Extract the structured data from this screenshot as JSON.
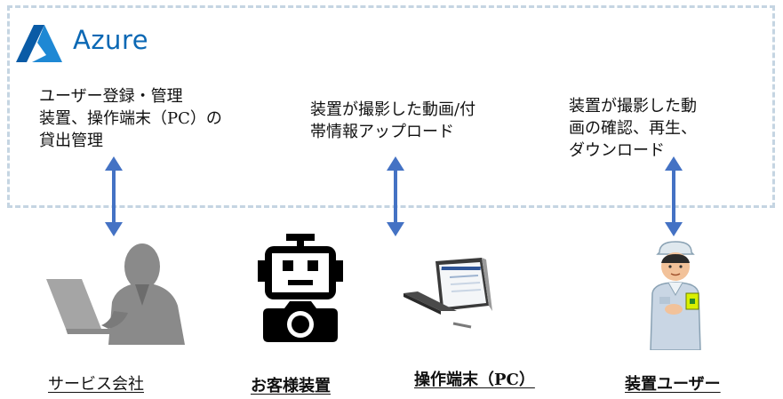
{
  "azure": {
    "brand": "Azure",
    "brand_color": "#0b68b4",
    "box_border_color": "#c5d5e2",
    "logo_icon": "azure-logo-icon"
  },
  "descriptions": [
    {
      "text": "ユーザー登録・管理\n装置、操作端末（PC）の\n貸出管理"
    },
    {
      "text": "装置が撮影した動画/付\n帯情報アップロード"
    },
    {
      "text": "装置が撮影した動\n画の確認、再生、\nダウンロード"
    }
  ],
  "arrow_color": "#4472c4",
  "actors": [
    {
      "label": "サービス会社",
      "icon": "businessman-laptop-icon"
    },
    {
      "label": "お客様装置",
      "icon": "robot-camera-icon"
    },
    {
      "label": "操作端末（PC）",
      "icon": "tablet-pc-icon"
    },
    {
      "label": "装置ユーザー",
      "icon": "worker-icon"
    }
  ]
}
